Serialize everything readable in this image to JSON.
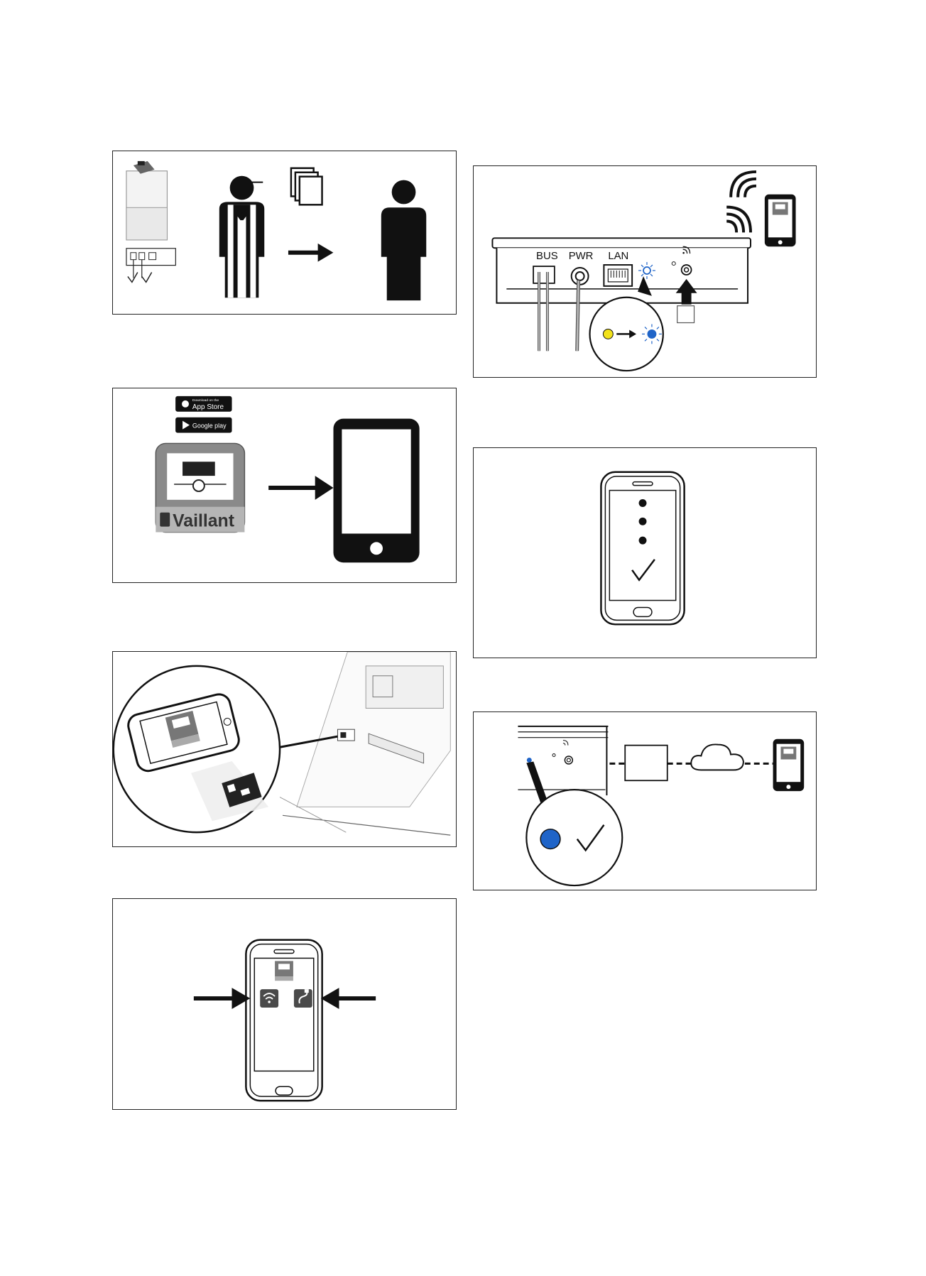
{
  "colors": {
    "ink": "#111111",
    "led_blue": "#1f64c8",
    "led_yellow": "#f2e21b",
    "grey_light": "#e6e6e6",
    "grey_mid": "#bdbdbd"
  },
  "panels": {
    "p1": {
      "icons": [
        "boiler-icon",
        "installer-icon",
        "documents-icon",
        "handover-arrow-icon",
        "user-icon"
      ]
    },
    "p2": {
      "app_store": "App Store",
      "app_store_small": "Download on the",
      "google_play": "Google play",
      "brand": "Vaillant",
      "icons": [
        "app-icon",
        "smartphone-icon",
        "arrow-right-icon"
      ]
    },
    "p3": {
      "icons": [
        "smartphone-icon",
        "qr-code-icon",
        "device-icon"
      ]
    },
    "p4": {
      "icons": [
        "smartphone-icon",
        "wifi-icon",
        "lan-icon",
        "arrow-left-icon",
        "arrow-right-icon"
      ]
    },
    "p5": {
      "bus": "BUS",
      "pwr": "PWR",
      "lan": "LAN",
      "icons": [
        "wifi-signal-icon",
        "smartphone-icon",
        "led-icon",
        "push-button-icon"
      ]
    },
    "p6": {
      "icons": [
        "smartphone-icon",
        "progress-dots-icon",
        "checkmark-icon"
      ]
    },
    "p7": {
      "icons": [
        "device-icon",
        "router-icon",
        "cloud-icon",
        "smartphone-icon",
        "checkmark-icon"
      ]
    }
  }
}
